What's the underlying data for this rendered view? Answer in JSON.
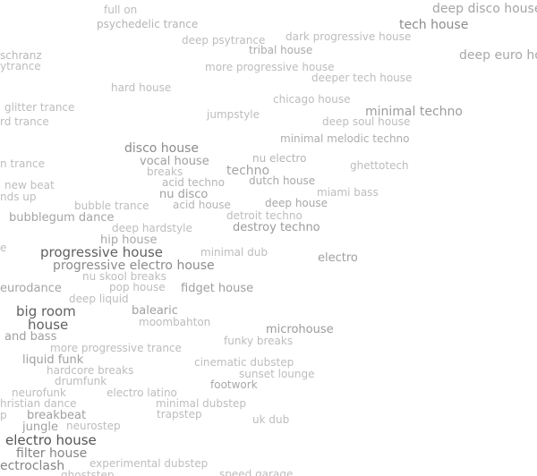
{
  "cloud": {
    "tags": [
      {
        "label": "full on",
        "rank": 1
      },
      {
        "label": "psychedelic trance",
        "rank": 1
      },
      {
        "label": "deep disco house",
        "rank": 2
      },
      {
        "label": "tech house",
        "rank": 3
      },
      {
        "label": "schranz",
        "rank": 1
      },
      {
        "label": "deep psytrance",
        "rank": 1
      },
      {
        "label": "dark progressive house",
        "rank": 1
      },
      {
        "label": "tribal house",
        "rank": 1
      },
      {
        "label": "ytrance",
        "rank": 1
      },
      {
        "label": "more progressive house",
        "rank": 1
      },
      {
        "label": "deep euro house",
        "rank": 2
      },
      {
        "label": "deeper tech house",
        "rank": 1
      },
      {
        "label": "hard house",
        "rank": 1
      },
      {
        "label": "chicago house",
        "rank": 1
      },
      {
        "label": "glitter trance",
        "rank": 1
      },
      {
        "label": "jumpstyle",
        "rank": 1
      },
      {
        "label": "minimal techno",
        "rank": 2
      },
      {
        "label": "rd trance",
        "rank": 1
      },
      {
        "label": "deep soul house",
        "rank": 1
      },
      {
        "label": "minimal melodic techno",
        "rank": 1
      },
      {
        "label": "disco house",
        "rank": 3
      },
      {
        "label": "vocal house",
        "rank": 2
      },
      {
        "label": "nu electro",
        "rank": 1
      },
      {
        "label": "n trance",
        "rank": 1
      },
      {
        "label": "techno",
        "rank": 2
      },
      {
        "label": "ghettotech",
        "rank": 1
      },
      {
        "label": "breaks",
        "rank": 1
      },
      {
        "label": "acid techno",
        "rank": 1
      },
      {
        "label": "dutch house",
        "rank": 1
      },
      {
        "label": "new beat",
        "rank": 1
      },
      {
        "label": "nu disco",
        "rank": 2
      },
      {
        "label": "miami bass",
        "rank": 1
      },
      {
        "label": "nds up",
        "rank": 1
      },
      {
        "label": "bubble trance",
        "rank": 1
      },
      {
        "label": "acid house",
        "rank": 1
      },
      {
        "label": "deep house",
        "rank": 1
      },
      {
        "label": "detroit techno",
        "rank": 1
      },
      {
        "label": "bubblegum dance",
        "rank": 2
      },
      {
        "label": "deep hardstyle",
        "rank": 1
      },
      {
        "label": "destroy techno",
        "rank": 2
      },
      {
        "label": "hip house",
        "rank": 2
      },
      {
        "label": "e",
        "rank": 1
      },
      {
        "label": "progressive house",
        "rank": 4
      },
      {
        "label": "minimal dub",
        "rank": 1
      },
      {
        "label": "electro",
        "rank": 2
      },
      {
        "label": "progressive electro house",
        "rank": 3
      },
      {
        "label": "nu skool breaks",
        "rank": 1
      },
      {
        "label": "eurodance",
        "rank": 2
      },
      {
        "label": "pop house",
        "rank": 1
      },
      {
        "label": "fidget house",
        "rank": 2
      },
      {
        "label": "deep liquid",
        "rank": 1
      },
      {
        "label": "big room",
        "rank": 4
      },
      {
        "label": "balearic",
        "rank": 2
      },
      {
        "label": "moombahton",
        "rank": 1
      },
      {
        "label": "house",
        "rank": 4
      },
      {
        "label": "microhouse",
        "rank": 2
      },
      {
        "label": "and bass",
        "rank": 2
      },
      {
        "label": "funky breaks",
        "rank": 1
      },
      {
        "label": "more progressive trance",
        "rank": 1
      },
      {
        "label": "liquid funk",
        "rank": 2
      },
      {
        "label": "cinematic dubstep",
        "rank": 1
      },
      {
        "label": "hardcore breaks",
        "rank": 1
      },
      {
        "label": "sunset lounge",
        "rank": 1
      },
      {
        "label": "drumfunk",
        "rank": 1
      },
      {
        "label": "footwork",
        "rank": 1
      },
      {
        "label": "neurofunk",
        "rank": 1
      },
      {
        "label": "electro latino",
        "rank": 1
      },
      {
        "label": "hristian dance",
        "rank": 1
      },
      {
        "label": "minimal dubstep",
        "rank": 1
      },
      {
        "label": "p",
        "rank": 1
      },
      {
        "label": "breakbeat",
        "rank": 2
      },
      {
        "label": "trapstep",
        "rank": 1
      },
      {
        "label": "uk dub",
        "rank": 1
      },
      {
        "label": "jungle",
        "rank": 2
      },
      {
        "label": "neurostep",
        "rank": 1
      },
      {
        "label": "electro house",
        "rank": 5
      },
      {
        "label": "filter house",
        "rank": 3
      },
      {
        "label": "ectroclash",
        "rank": 3
      },
      {
        "label": "experimental dubstep",
        "rank": 1
      },
      {
        "label": "ghoststep",
        "rank": 1
      },
      {
        "label": "speed garage",
        "rank": 1
      }
    ]
  }
}
